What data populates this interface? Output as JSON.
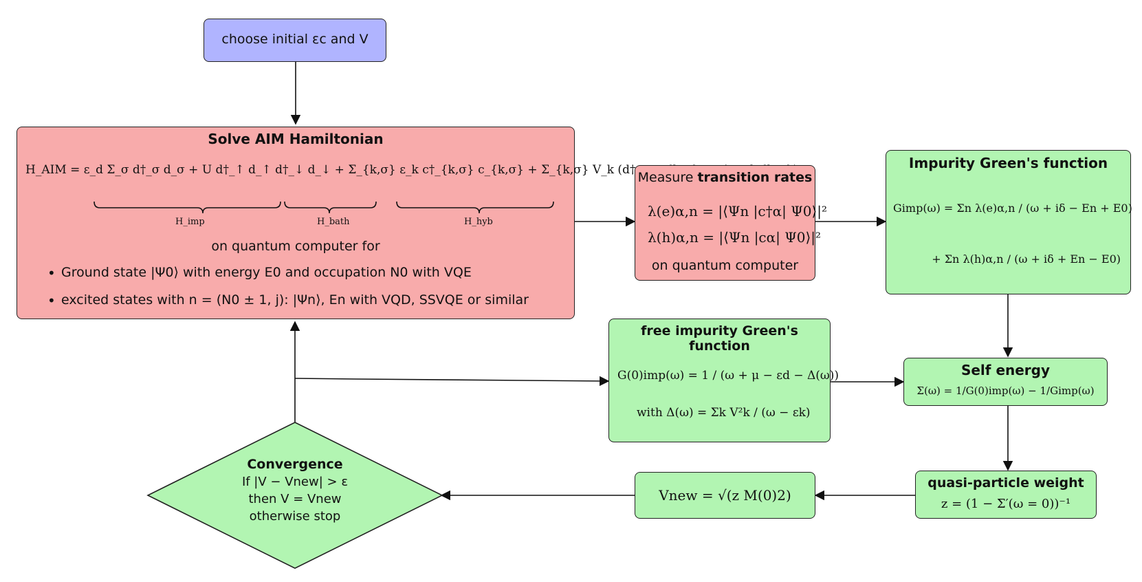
{
  "colors": {
    "blue": "#b0b4ff",
    "red": "#f8abab",
    "green": "#b2f5b2",
    "edge": "#222222"
  },
  "start_box": {
    "text": "choose initial εc and V"
  },
  "aim_box": {
    "title": "Solve AIM Hamiltonian",
    "equation": "H_AIM = ε_d Σ_σ d†_σ d_σ + U d†_↑ d_↑ d†_↓ d_↓ + Σ_{k,σ} ε_k c†_{k,σ} c_{k,σ} + Σ_{k,σ} V_k (d†_σ c_{k,σ} + c†_σ d_{k,σ})",
    "brace_imp": "H_imp",
    "brace_bath": "H_bath",
    "brace_hyb": "H_hyb",
    "subtitle": "on quantum computer for",
    "bullet_1": "Ground state |Ψ0⟩ with energy E0 and occupation N0 with VQE",
    "bullet_2": "excited states with n = (N0 ± 1, j): |Ψn⟩, En with VQD, SSVQE or similar"
  },
  "rates_box": {
    "title_prefix": "Measure ",
    "title_bold": "transition rates",
    "eq_electron": "λ(e)α,n = |⟨Ψn |c†α| Ψ0⟩|²",
    "eq_hole": "λ(h)α,n = |⟨Ψn |cα| Ψ0⟩|²",
    "footer": "on quantum computer"
  },
  "imp_box": {
    "title": "Impurity Green's function",
    "eq_line1": "Gimp(ω) = Σn λ(e)α,n / (ω + iδ − En + E0)",
    "eq_line2": "+ Σn λ(h)α,n / (ω + iδ + En − E0)"
  },
  "free_box": {
    "title": "free impurity Green's function",
    "eq_line1": "G(0)imp(ω) = 1 / (ω + μ − εd − Δ(ω))",
    "eq_line2": "with Δ(ω) = Σk V²k / (ω − εk)"
  },
  "self_box": {
    "title": "Self energy",
    "equation": "Σ(ω) = 1/G(0)imp(ω) − 1/Gimp(ω)"
  },
  "qp_box": {
    "title": "quasi-particle weight",
    "equation": "z = (1 − Σ′(ω = 0))⁻¹"
  },
  "vnew_box": {
    "equation": "Vnew = √(z M(0)2)"
  },
  "convergence": {
    "title": "Convergence",
    "line1": "If |V − Vnew| > ε",
    "line2": "then V = Vnew",
    "line3": "otherwise stop"
  }
}
